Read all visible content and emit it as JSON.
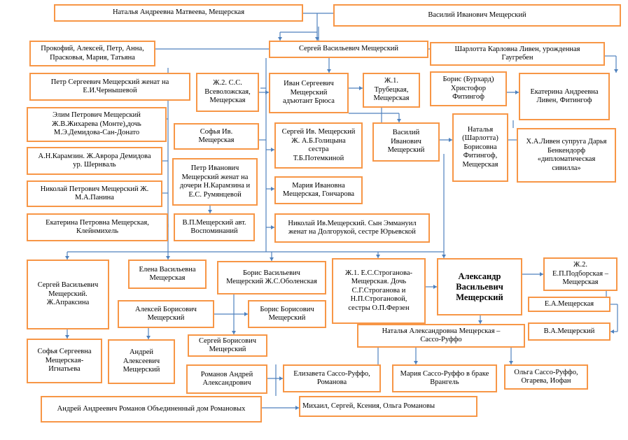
{
  "colors": {
    "box_border": "#f79646",
    "connector": "#4f81bd"
  },
  "nodes": [
    {
      "id": "natalia",
      "text": "Наталья   Андреевна   Матвеева, Мещерская"
    },
    {
      "id": "vasily",
      "text": "Василий   Иванович   Мещерский"
    },
    {
      "id": "prokofy",
      "text": "Прокофий, Алексей, Петр, Анна,\nПрасковья,   Мария,   Татьяна"
    },
    {
      "id": "sergey",
      "text": "Сергей    Васильевич   Мещерский"
    },
    {
      "id": "charlotte",
      "text": "Шарлотта   Карловна Ливен, урожденная\nГаугребен"
    },
    {
      "id": "petr_s",
      "text": "Петр   Сергеевич   Мещерский женат на\nЕ.И.Чернышевой"
    },
    {
      "id": "vsevolozhskaya",
      "text": "Ж.2. С.С.\nВсеволожская,\nМещерская"
    },
    {
      "id": "ivan_s",
      "text": "Иван Сергеевич\nМещерский\nадъютант  Брюса"
    },
    {
      "id": "trubetskaya",
      "text": "Ж.1.\nТрубецкая,\nМещерская"
    },
    {
      "id": "boris_f",
      "text": "Борис (Бурхард)\nХристофор\nФитингоф"
    },
    {
      "id": "ekaterina_l",
      "text": "Екатерина  Андреевна\nЛивен, Фитингоф"
    },
    {
      "id": "elim",
      "text": "Элим   Петрович  Мещерский\nЖ.В.Жихарева (Монте),дочь\nМ.Э.Демидова-Сан-Донато"
    },
    {
      "id": "sofia_iv",
      "text": "Софья   Ив.\nМещерская"
    },
    {
      "id": "sergey_iv",
      "text": "Сергей Ив. Мещерский\nЖ. А.Б.Голицына\nсестра\nТ.Б.Потемкиной"
    },
    {
      "id": "vasily_iv",
      "text": "Василий\nИванович\nМещерский"
    },
    {
      "id": "natalia_b",
      "text": "Наталья\n(Шарлотта)\nБорисовна\nФитингоф,\nМещерская"
    },
    {
      "id": "lieven",
      "text": "Х.А.Ливен  супруга Дарья\nБенкендорф\n«дипломатическая\nсивилла»"
    },
    {
      "id": "karamzin",
      "text": "А.Н.Карамзин. Ж.Аврора  Демидова\nур.  Шернваль"
    },
    {
      "id": "petr_iv",
      "text": "Петр Иванович\nМещерский женат на\nдочери Н.Карамзина и\nЕ.С. Румянцевой"
    },
    {
      "id": "maria_iv",
      "text": "Мария Ивановна\nМещерская, Гончарова"
    },
    {
      "id": "nikolay_p",
      "text": "Николай Петрович Мещерский Ж.\nМ.А.Панина"
    },
    {
      "id": "ekaterina_p",
      "text": "Екатерина   Петровна  Мещерская,\nКлейнмихель"
    },
    {
      "id": "vp",
      "text": "В.П.Мещерский  авт.\nВоспоминаний"
    },
    {
      "id": "nikolay_iv",
      "text": "Николай Ив.Мещерский. Сын   Эммануил\nженат    на Долгорукой,  сестре Юрьевской"
    },
    {
      "id": "sergey_v",
      "text": "Сергей Васильевич\nМещерский.\nЖ.Апраксина"
    },
    {
      "id": "elena_v",
      "text": "Елена  Васильевна\nМещерская"
    },
    {
      "id": "boris_v",
      "text": "Борис   Васильевич\nМещерский Ж.С.Оболенская"
    },
    {
      "id": "stroganova",
      "text": "Ж.1. Е.С.Строганова-\nМещерская. Дочь\nС.Г.Строганова и\nН.П.Строгановой,\nсестры О.П.Ферзен"
    },
    {
      "id": "alexander",
      "text": "Александр\nВасильевич\nМещерский",
      "bold": true
    },
    {
      "id": "podborskaya",
      "text": "Ж.2.\nЕ.П.Подборская –\nМещерская"
    },
    {
      "id": "alexey_b",
      "text": "Алексей  Борисович\nМещерский"
    },
    {
      "id": "boris_b",
      "text": "Борис   Борисович\nМещерский"
    },
    {
      "id": "ea",
      "text": "Е.А.Мещерская"
    },
    {
      "id": "va",
      "text": "В.А.Мещерский"
    },
    {
      "id": "sofia_s",
      "text": "Софья   Сергеевна\nМещерская-\nИгнатьева"
    },
    {
      "id": "andrey_a",
      "text": "Андрей\nАлексеевич\nМещерский"
    },
    {
      "id": "sergey_b",
      "text": "Сергей Борисович\nМещерский"
    },
    {
      "id": "natalia_a",
      "text": "Наталья   Александровна Мещерская –\nСассо-Руффо"
    },
    {
      "id": "romanov_a",
      "text": "Романов Андрей\nАлександрович"
    },
    {
      "id": "elizaveta",
      "text": "Елизавета  Сассо-Руффо,\nРоманова"
    },
    {
      "id": "maria_s",
      "text": "Мария Сассо-Руффо в браке\nВрангель"
    },
    {
      "id": "olga",
      "text": "Ольга  Сассо-Руффо,\nОгарева,   Иофан"
    },
    {
      "id": "andrey_r",
      "text": "Андрей  Андреевич Романов Объединенный дом Романовых"
    },
    {
      "id": "mikhail",
      "text": "Михаил, Сергей, Ксения, Ольга Романовы",
      "left": true
    }
  ]
}
